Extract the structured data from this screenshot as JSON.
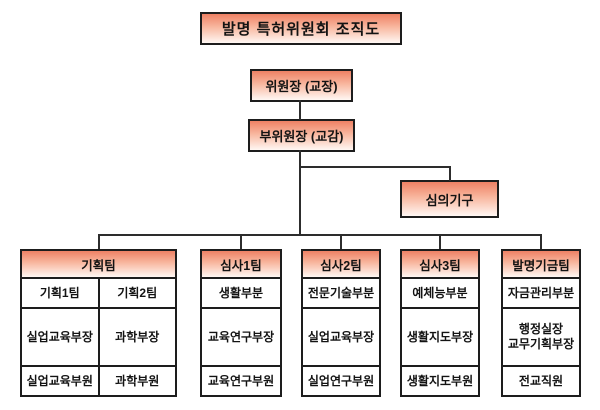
{
  "title": "발명 특허위원회 조직도",
  "chairman": "위원장 (교장)",
  "vice_chairman": "부위원장 (교감)",
  "deliberation_body": "심의기구",
  "teams": [
    {
      "name": "기획팀",
      "columns": [
        [
          "기획1팀",
          "실업교육부장",
          "실업교육부원"
        ],
        [
          "기획2팀",
          "과학부장",
          "과학부원"
        ]
      ]
    },
    {
      "name": "심사1팀",
      "columns": [
        [
          "생활부분",
          "교육연구부장",
          "교육연구부원"
        ]
      ]
    },
    {
      "name": "심사2팀",
      "columns": [
        [
          "전문기술부분",
          "실업교육부장",
          "실업연구부원"
        ]
      ]
    },
    {
      "name": "심사3팀",
      "columns": [
        [
          "예체능부분",
          "생활지도부장",
          "생활지도부원"
        ]
      ]
    },
    {
      "name": "발명기금팀",
      "columns": [
        [
          "자금관리부분",
          "행정실장\n교무기획부장",
          "전교직원"
        ]
      ]
    }
  ],
  "colors": {
    "box_gradient_top": "#ee8164",
    "box_gradient_bottom": "#fff7f3",
    "border": "#1d1d1d",
    "connector": "#2d2d2d",
    "text": "#131313",
    "background": "#ffffff"
  }
}
